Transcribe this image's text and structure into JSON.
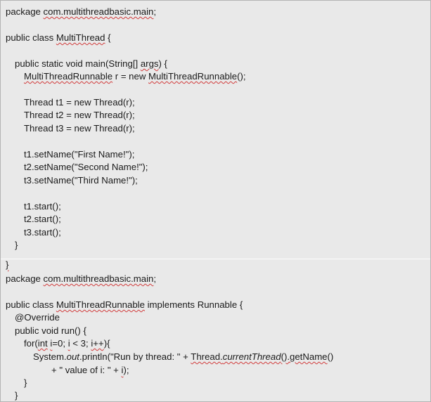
{
  "file1": {
    "package_kw": "package ",
    "package_name": "com.multithreadbasic.main",
    "package_end": ";",
    "class_prefix": "public class ",
    "class_name": "MultiThread",
    "class_suffix": " {",
    "main_prefix": "public static void main(String[] ",
    "main_arg": "args",
    "main_suffix": ") {",
    "runnable_type": "MultiThreadRunnable",
    "runnable_mid": " r = new ",
    "runnable_ctor": "MultiThreadRunnable",
    "runnable_end": "();",
    "thread_lines": [
      "Thread t1 = new Thread(r);",
      "Thread t2 = new Thread(r);",
      "Thread t3 = new Thread(r);"
    ],
    "name_lines": [
      "t1.setName(\"First Name!\");",
      "t2.setName(\"Second Name!\");",
      "t3.setName(\"Third Name!\");"
    ],
    "start_lines": [
      "t1.start();",
      "t2.start();",
      "t3.start();"
    ],
    "close_method": "}",
    "close_class": "}"
  },
  "file2": {
    "package_kw": "package ",
    "package_name": "com.multithreadbasic.main",
    "package_end": ";",
    "class_prefix": "public class ",
    "class_name": "MultiThreadRunnable",
    "class_suffix": " implements Runnable {",
    "override": "@Override",
    "run_sig": "public void run() {",
    "for_kw": "for(",
    "for_int": "int",
    "for_sp": " ",
    "for_i1": "i",
    "for_mid": "=0; ",
    "for_i2": "i",
    "for_cond": " < 3; ",
    "for_inc": "i++",
    "for_end": "){",
    "print_prefix": "System.",
    "print_out": "out",
    "print_mid": ".println(\"Run by thread: \" + ",
    "print_thread": "Thread.",
    "print_current": "currentThread",
    "print_getname": "().getName",
    "print_end": "()",
    "concat_prefix": "+ \" value of i: \" + ",
    "concat_i": "i",
    "concat_end": ");",
    "close_for": "}",
    "close_method": "}"
  }
}
